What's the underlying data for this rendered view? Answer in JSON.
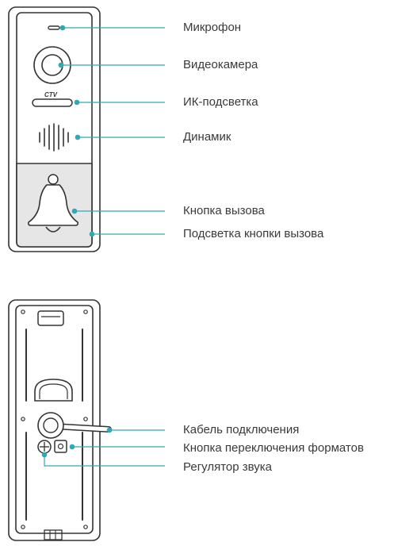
{
  "front_labels": {
    "microphone": "Микрофон",
    "camera": "Видеокамера",
    "ir_light": "ИК-подсветка",
    "speaker": "Динамик",
    "call_button": "Кнопка вызова",
    "call_button_light": "Подсветка кнопки вызова"
  },
  "back_labels": {
    "cable": "Кабель подключения",
    "format_switch": "Кнопка переключения форматов",
    "volume": "Регулятор звука"
  },
  "brand_logo": "CTV",
  "colors": {
    "outline": "#333333",
    "leader": "#2fa9b4",
    "button_zone": "#e6e6e6",
    "text": "#3a3a3a"
  }
}
